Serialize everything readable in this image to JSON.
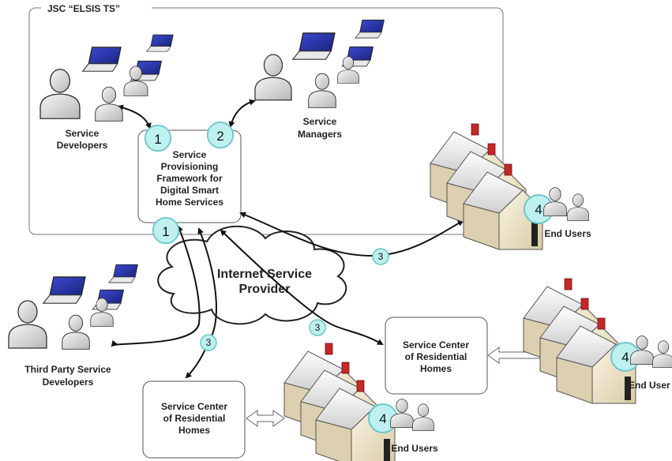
{
  "company_label": "JSC “ELSIS TS”",
  "framework": [
    "Service",
    "Provisioning",
    "Framework for",
    "Digital Smart",
    "Home Services"
  ],
  "isp": [
    "Internet Service",
    "Provider"
  ],
  "groups": {
    "service_developers": [
      "Service",
      "Developers"
    ],
    "service_managers": [
      "Service",
      "Managers"
    ],
    "third_party": [
      "Third Party Service",
      "Developers"
    ]
  },
  "service_center": [
    "Service Center",
    "of Residential",
    "Homes"
  ],
  "end_users": "End Users",
  "end_users_cut": "End User",
  "badges": {
    "one": "1",
    "two": "2",
    "three": "3",
    "four": "4"
  },
  "colors": {
    "badge_fill": "#bff0f0",
    "badge_stroke": "#6cc6c8",
    "laptop_screen": "#2a37a8",
    "roof_red": "#c42828",
    "house_wall": "#efe4c8"
  }
}
